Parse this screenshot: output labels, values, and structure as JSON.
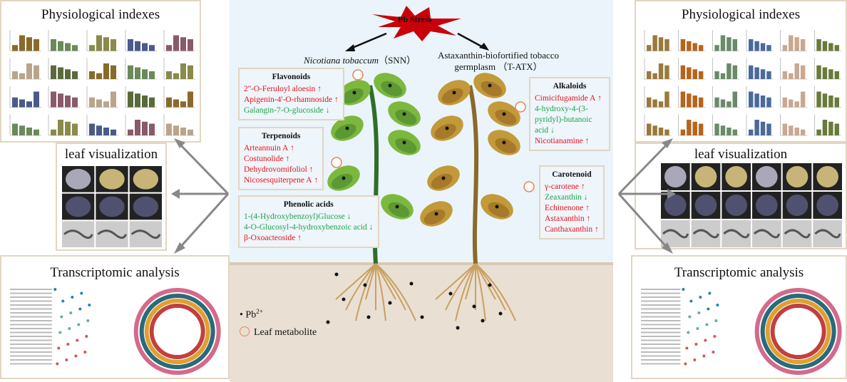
{
  "stress": "Pb Stress",
  "plants": {
    "snn": {
      "species": "Nicotiana tobaccum",
      "code": "（SNN）"
    },
    "tatx": {
      "line1": "Astaxanthin-biofortified tobacco",
      "line2": "germplasm （T-ATX）"
    }
  },
  "left_panels": {
    "physio": "Physiological indexes",
    "leaf": "leaf visualization",
    "transcript": "Transcriptomic analysis"
  },
  "right_panels": {
    "physio": "Physiological indexes",
    "leaf": "leaf visualization",
    "transcript": "Transcriptomic analysis"
  },
  "boxes": {
    "flavonoids": {
      "title": "Flavonoids",
      "items": [
        {
          "name": "2''-O-Feruloyl aloesin",
          "dir": "up"
        },
        {
          "name": "Apigenin-4'-O-rhamnoside",
          "dir": "up"
        },
        {
          "name": "Galangin-7-O-glucoside",
          "dir": "down"
        }
      ]
    },
    "terpenoids": {
      "title": "Terpenoids",
      "items": [
        {
          "name": "Arteannuin A",
          "dir": "up"
        },
        {
          "name": "Costunolide",
          "dir": "up"
        },
        {
          "name": "Dehydrovomifoliol",
          "dir": "up"
        },
        {
          "name": "Nicosesquiterpene A",
          "dir": "up"
        }
      ]
    },
    "phenolic": {
      "title": "Phenolic acids",
      "items": [
        {
          "name": "1-(4-Hydroxybenzoyl)Glucose",
          "dir": "down"
        },
        {
          "name": "4-O-Glucosyl-4-hydroxybenzoic acid",
          "dir": "down"
        },
        {
          "name": "β-Oxoacteoside",
          "dir": "up"
        }
      ]
    },
    "alkaloids": {
      "title": "Alkaloids",
      "items": [
        {
          "name": "Cimicifugamide A",
          "dir": "up"
        },
        {
          "name": "4-hydroxy-4-(3-pyridyl)-butanoic acid",
          "dir": "down"
        },
        {
          "name": "Nicotianamine",
          "dir": "up"
        }
      ]
    },
    "carotenoid": {
      "title": "Carotenoid",
      "items": [
        {
          "name": "γ-carotene",
          "dir": "up"
        },
        {
          "name": "Zeaxanthin",
          "dir": "down"
        },
        {
          "name": "Echinenone",
          "dir": "up"
        },
        {
          "name": "Astaxanthin",
          "dir": "up"
        },
        {
          "name": "Canthaxanthin",
          "dir": "up"
        }
      ]
    }
  },
  "legend": {
    "pb": "Pb",
    "pb_sup": "2+",
    "metabolite": "Leaf metabolite"
  },
  "colors": {
    "up": "#e8121a",
    "down": "#1fa34a",
    "stress": "#c8000a"
  }
}
